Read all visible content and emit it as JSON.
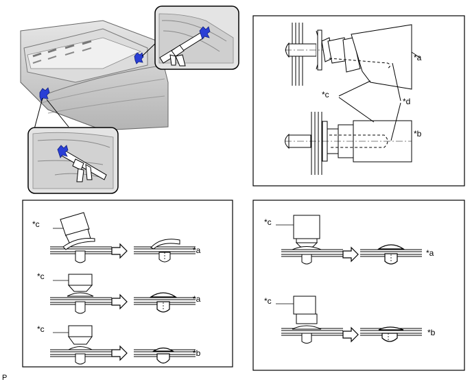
{
  "labels": {
    "a": "*a",
    "b": "*b",
    "c": "*c",
    "d": "*d"
  },
  "footer_code": "P",
  "colors": {
    "rivet_blue": "#2a3fd6",
    "car_gray": "#c8c8c8",
    "line": "#000000"
  },
  "icons": [
    "rivet-gun-icon",
    "arrow-right-icon"
  ]
}
